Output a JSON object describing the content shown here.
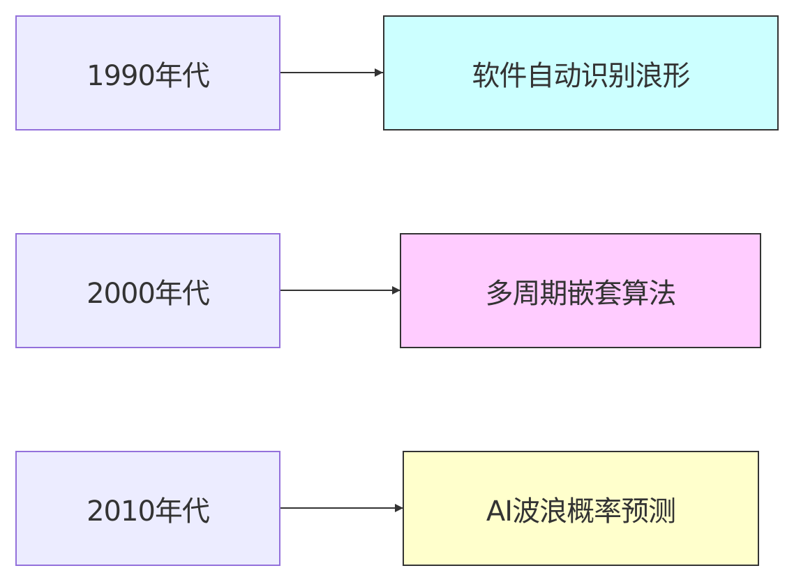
{
  "diagram": {
    "type": "flowchart",
    "direction": "left-to-right",
    "rows": [
      {
        "era": {
          "label": "1990年代"
        },
        "tech": {
          "label": "软件自动识别浪形",
          "fill": "#CCFFFF"
        }
      },
      {
        "era": {
          "label": "2000年代"
        },
        "tech": {
          "label": "多周期嵌套算法",
          "fill": "#FFCCFF"
        }
      },
      {
        "era": {
          "label": "2010年代"
        },
        "tech": {
          "label": "AI波浪概率预测",
          "fill": "#FFFFCC"
        }
      }
    ],
    "edges": [
      {
        "from": "1990年代",
        "to": "软件自动识别浪形"
      },
      {
        "from": "2000年代",
        "to": "多周期嵌套算法"
      },
      {
        "from": "2010年代",
        "to": "AI波浪概率预测"
      }
    ],
    "colors": {
      "era_fill": "#ECECFF",
      "era_border": "#9370DB",
      "tech_border": "#333333",
      "edge": "#333333",
      "text": "#333333"
    }
  }
}
